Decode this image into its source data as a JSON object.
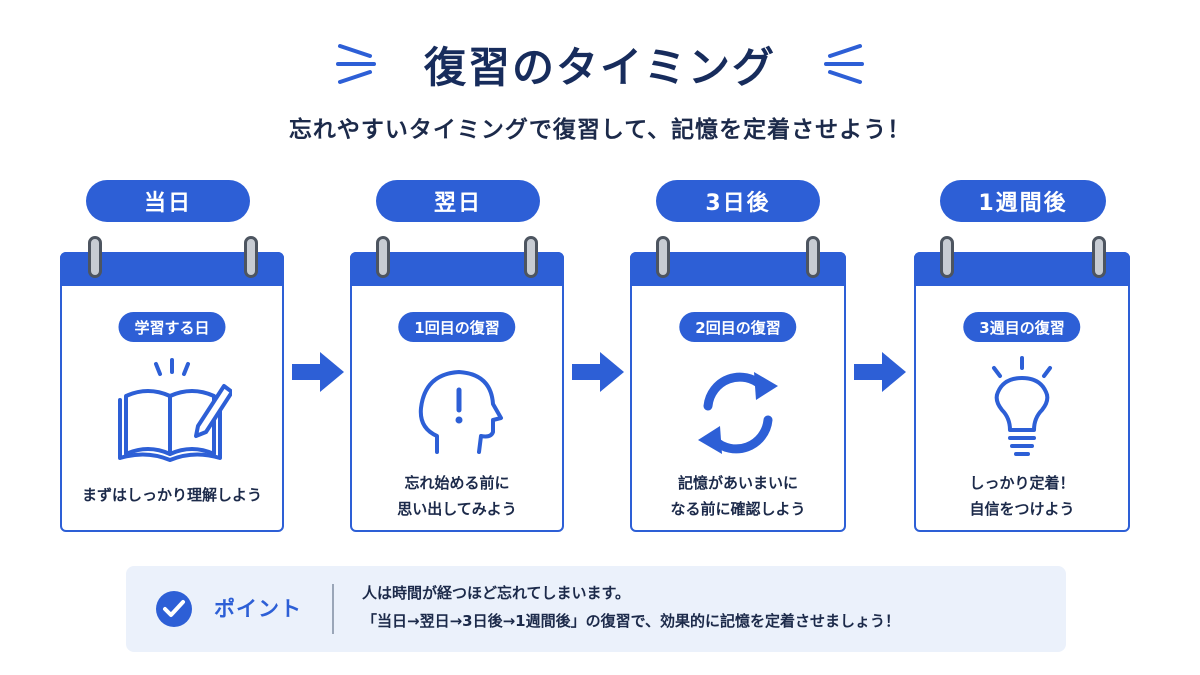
{
  "title": "復習のタイミング",
  "subtitle": "忘れやすいタイミングで復習して、記憶を定着させよう！",
  "accent_color": "#2d5fd6",
  "steps": [
    {
      "tag": "当日",
      "label": "学習する日",
      "icon": "open-book-pencil-icon",
      "caption": [
        "まずはしっかり理解しよう"
      ]
    },
    {
      "tag": "翌日",
      "label": "1回目の復習",
      "icon": "head-exclamation-icon",
      "caption": [
        "忘れ始める前に",
        "思い出してみよう"
      ]
    },
    {
      "tag": "3日後",
      "label": "2回目の復習",
      "icon": "refresh-cycle-icon",
      "caption": [
        "記憶があいまいに",
        "なる前に確認しよう"
      ]
    },
    {
      "tag": "1週間後",
      "label": "3週目の復習",
      "icon": "light-bulb-icon",
      "caption": [
        "しっかり定着！",
        "自信をつけよう"
      ]
    }
  ],
  "point": {
    "label": "ポイント",
    "lines": [
      "人は時間が経つほど忘れてしまいます。",
      "「当日→翌日→3日後→1週間後」の復習で、効果的に記憶を定着させましょう！"
    ]
  }
}
